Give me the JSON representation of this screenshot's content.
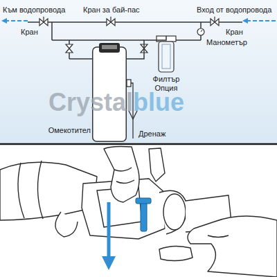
{
  "diagram": {
    "nodes": [
      {
        "text": [
          "Омекотител"
        ]
      },
      {
        "text": [
          "Филтър Опция"
        ]
      }
    ],
    "edges": [
      {
        "from": 1,
        "to": 0,
        "arrow": "none"
      }
    ],
    "labels": [
      "Към водопровода",
      "Кран за бай-пас",
      "Вход от водопровода",
      "Кран",
      "Кран",
      "Манометър",
      "Дренаж",
      "Crystal",
      "blue"
    ]
  }
}
